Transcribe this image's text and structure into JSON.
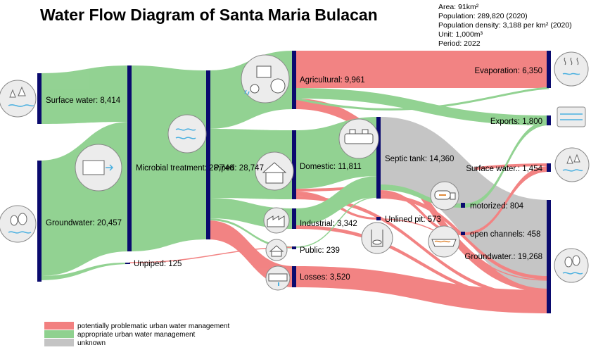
{
  "title": "Water Flow Diagram of Santa Maria Bulacan",
  "meta": {
    "area": "Area: 91km²",
    "population": "Population: 289,820 (2020)",
    "density": "Population density: 3,188 per km² (2020)",
    "unit": "Unit: 1,000m³",
    "period": "Period: 2022"
  },
  "colors": {
    "problematic": "#f28080",
    "appropriate": "#8fd18f",
    "unknown": "#c4c4c4",
    "node": "#0a0a6e"
  },
  "nodes": {
    "surface_water_in": "Surface water: 8,414",
    "groundwater_in": "Groundwater: 20,457",
    "microbial": "Microbial treatment: 28,746",
    "unpiped": "Unpiped: 125",
    "piped": "Piped: 28,747",
    "agricultural": "Agricultural: 9,961",
    "domestic": "Domestic: 11,811",
    "industrial": "Industrial: 3,342",
    "public": "Public: 239",
    "losses": "Losses: 3,520",
    "septic": "Septic tank: 14,360",
    "unlined": "Unlined pit: 573",
    "evaporation": "Evaporation: 6,350",
    "exports": "Exports: 1,800",
    "surface_water_out": "Surface water.: 1,454",
    "motorized": "motorized: 804",
    "open_channels": "open channels: 458",
    "groundwater_out": "Groundwater.: 19,268"
  },
  "legend": [
    {
      "label": "potentially problematic urban water management",
      "color": "#f28080"
    },
    {
      "label": "appropriate urban water management",
      "color": "#8fd18f"
    },
    {
      "label": "unknown",
      "color": "#c4c4c4"
    }
  ],
  "icons": [
    "river-icon",
    "tree-water-icon",
    "water-treatment-icon",
    "tractor-icon",
    "house-icon",
    "septic-tank-icon",
    "factory-icon",
    "public-building-icon",
    "leaking-pipe-icon",
    "pit-latrine-icon",
    "vacuum-truck-icon",
    "open-channel-icon",
    "evaporation-icon",
    "export-pipe-icon",
    "river-out-icon",
    "groundwater-out-icon"
  ]
}
